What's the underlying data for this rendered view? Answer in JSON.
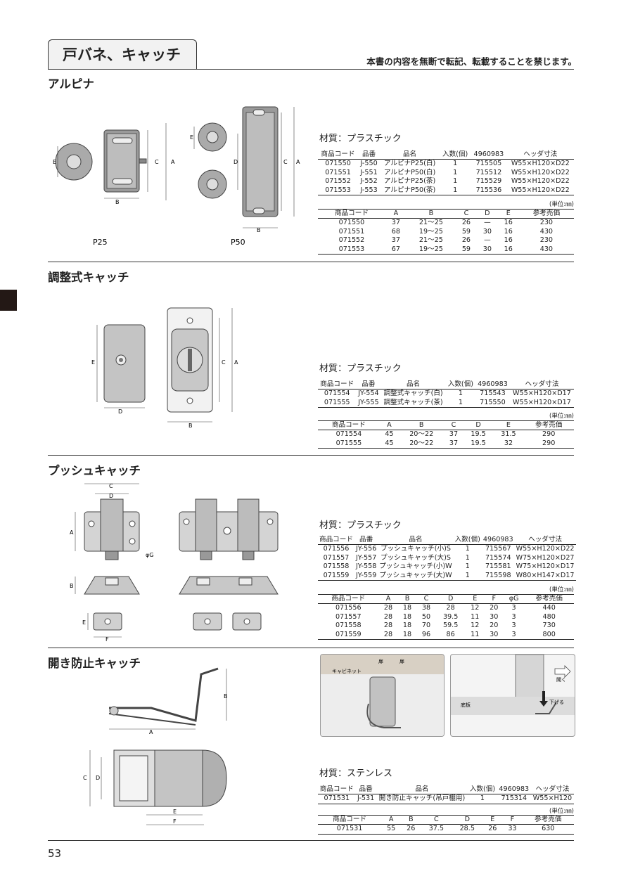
{
  "header": {
    "title": "戸バネ、キャッチ",
    "notice": "本書の内容を無断で転記、転載することを禁じます。"
  },
  "sections": {
    "alpina": {
      "title": "アルピナ",
      "material": "材質：プラスチック",
      "figure_labels": [
        "P25",
        "P50"
      ],
      "dims": [
        "A",
        "B",
        "C",
        "D",
        "E"
      ],
      "table1": {
        "headers": [
          "商品コード",
          "品番",
          "品名",
          "入数(個)",
          "4960983",
          "ヘッダ寸法"
        ],
        "rows": [
          [
            "071550",
            "J-550",
            "アルピナP25(白)",
            "1",
            "715505",
            "W55×H120×D22"
          ],
          [
            "071551",
            "J-551",
            "アルピナP50(白)",
            "1",
            "715512",
            "W55×H120×D22"
          ],
          [
            "071552",
            "J-552",
            "アルピナP25(茶)",
            "1",
            "715529",
            "W55×H120×D22"
          ],
          [
            "071553",
            "J-553",
            "アルピナP50(茶)",
            "1",
            "715536",
            "W55×H120×D22"
          ]
        ]
      },
      "unit": "(単位:㎜)",
      "table2": {
        "headers": [
          "商品コード",
          "A",
          "B",
          "C",
          "D",
          "E",
          "参考売価"
        ],
        "rows": [
          [
            "071550",
            "37",
            "21〜25",
            "26",
            "—",
            "16",
            "230"
          ],
          [
            "071551",
            "68",
            "19〜25",
            "59",
            "30",
            "16",
            "430"
          ],
          [
            "071552",
            "37",
            "21〜25",
            "26",
            "—",
            "16",
            "230"
          ],
          [
            "071553",
            "67",
            "19〜25",
            "59",
            "30",
            "16",
            "430"
          ]
        ]
      }
    },
    "adjustable": {
      "title": "調整式キャッチ",
      "material": "材質：プラスチック",
      "dims": [
        "A",
        "B",
        "C",
        "D",
        "E"
      ],
      "table1": {
        "headers": [
          "商品コード",
          "品番",
          "品名",
          "入数(個)",
          "4960983",
          "ヘッダ寸法"
        ],
        "rows": [
          [
            "071554",
            "JY-554",
            "調整式キャッチ(白)",
            "1",
            "715543",
            "W55×H120×D17"
          ],
          [
            "071555",
            "JY-555",
            "調整式キャッチ(茶)",
            "1",
            "715550",
            "W55×H120×D17"
          ]
        ]
      },
      "unit": "(単位:㎜)",
      "table2": {
        "headers": [
          "商品コード",
          "A",
          "B",
          "C",
          "D",
          "E",
          "参考売価"
        ],
        "rows": [
          [
            "071554",
            "45",
            "20〜22",
            "37",
            "19.5",
            "31.5",
            "290"
          ],
          [
            "071555",
            "45",
            "20〜22",
            "37",
            "19.5",
            "32",
            "290"
          ]
        ]
      }
    },
    "push": {
      "title": "プッシュキャッチ",
      "material": "材質：プラスチック",
      "dims": [
        "A",
        "B",
        "C",
        "D",
        "E",
        "F",
        "φG"
      ],
      "table1": {
        "headers": [
          "商品コード",
          "品番",
          "品名",
          "入数(個)",
          "4960983",
          "ヘッダ寸法"
        ],
        "rows": [
          [
            "071556",
            "JY-556",
            "プッシュキャッチ(小)S",
            "1",
            "715567",
            "W55×H120×D22"
          ],
          [
            "071557",
            "JY-557",
            "プッシュキャッチ(大)S",
            "1",
            "715574",
            "W75×H120×D27"
          ],
          [
            "071558",
            "JY-558",
            "プッシュキャッチ(小)W",
            "1",
            "715581",
            "W75×H120×D17"
          ],
          [
            "071559",
            "JY-559",
            "プッシュキャッチ(大)W",
            "1",
            "715598",
            "W80×H147×D17"
          ]
        ]
      },
      "unit": "(単位:㎜)",
      "table2": {
        "headers": [
          "商品コード",
          "A",
          "B",
          "C",
          "D",
          "E",
          "F",
          "φG",
          "参考売価"
        ],
        "rows": [
          [
            "071556",
            "28",
            "18",
            "38",
            "28",
            "12",
            "20",
            "3",
            "440"
          ],
          [
            "071557",
            "28",
            "18",
            "50",
            "39.5",
            "11",
            "30",
            "3",
            "480"
          ],
          [
            "071558",
            "28",
            "18",
            "70",
            "59.5",
            "12",
            "20",
            "3",
            "730"
          ],
          [
            "071559",
            "28",
            "18",
            "96",
            "86",
            "11",
            "30",
            "3",
            "800"
          ]
        ]
      }
    },
    "anti_open": {
      "title": "開き防止キャッチ",
      "material": "材質：ステンレス",
      "dims": [
        "A",
        "B",
        "C",
        "D",
        "E",
        "F"
      ],
      "photo_labels": [
        "扉",
        "扉",
        "キャビネット",
        "開く",
        "底板",
        "下げる"
      ],
      "table1": {
        "headers": [
          "商品コード",
          "品番",
          "品名",
          "入数(個)",
          "4960983",
          "ヘッダ寸法"
        ],
        "rows": [
          [
            "071531",
            "J-531",
            "開き防止キャッチ(吊戸棚用)",
            "1",
            "715314",
            "W55×H120"
          ]
        ]
      },
      "unit": "(単位:㎜)",
      "table2": {
        "headers": [
          "商品コード",
          "A",
          "B",
          "C",
          "D",
          "E",
          "F",
          "参考売価"
        ],
        "rows": [
          [
            "071531",
            "55",
            "26",
            "37.5",
            "28.5",
            "26",
            "33",
            "630"
          ]
        ]
      }
    }
  },
  "footer": {
    "page_number": "53"
  }
}
